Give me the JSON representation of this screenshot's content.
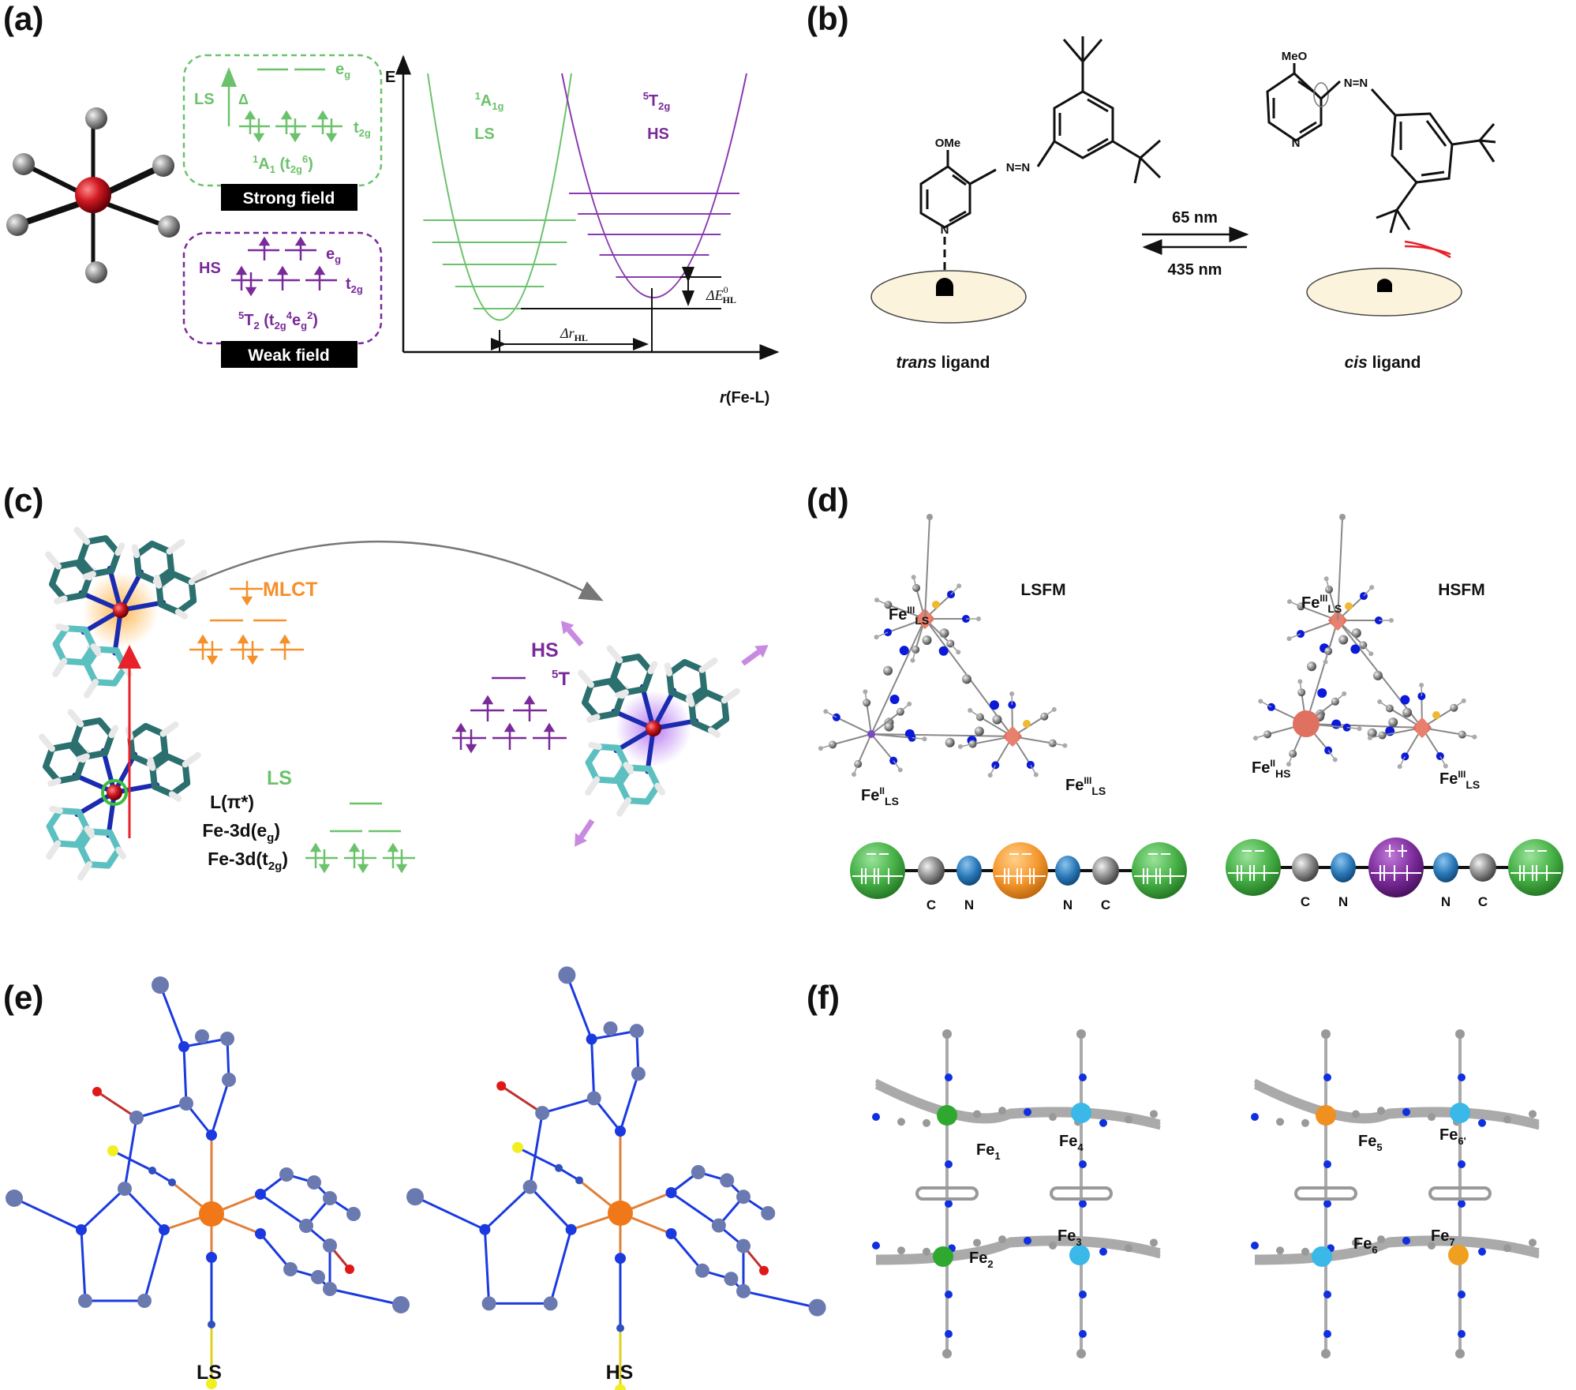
{
  "colors": {
    "ls_green": "#6cc26c",
    "hs_purple": "#7a2a9a",
    "mlct_orange": "#f5902a",
    "fe_red": "#c8161e",
    "atom_gray": "#8e8e8e",
    "atom_blue": "#1a1ad0",
    "substrate_fill": "#fbf3dc",
    "excitation_red": "#e8202a"
  },
  "panels": {
    "a": {
      "label": "(a)",
      "strong_field": {
        "spin": "LS",
        "delta": "Δ",
        "upper_orbital": "e",
        "upper_sub": "g",
        "lower_orbital": "t",
        "lower_sub": "2g",
        "term_pre": "1",
        "term": "A",
        "term_sub": "1",
        "config_open": " (t",
        "config_sub": "2g",
        "config_sup": "6",
        "config_close": ")",
        "caption": "Strong field"
      },
      "weak_field": {
        "spin": "HS",
        "upper_orbital": "e",
        "upper_sub": "g",
        "lower_orbital": "t",
        "lower_sub": "2g",
        "term_pre": "5",
        "term": "T",
        "term_sub": "2",
        "config_open": " (t",
        "config_sub": "2g",
        "config_sup": "4",
        "config_mid": "e",
        "config_sub2": "g",
        "config_sup2": "2",
        "config_close": ")",
        "caption": "Weak field"
      },
      "potential": {
        "y_axis": "E",
        "x_axis_italic": "r",
        "x_axis": "(Fe-L)",
        "ls_term_pre": "1",
        "ls_term": "A",
        "ls_term_sub": "1g",
        "ls_label": "LS",
        "hs_term_pre": "5",
        "hs_term": "T",
        "hs_term_sub": "2g",
        "hs_label": "HS",
        "delta_r": "Δr",
        "delta_r_sub": "HL",
        "delta_e": "ΔE",
        "delta_e_sup": "0",
        "delta_e_sub": "HL",
        "ls_vibrational_levels": 5,
        "hs_vibrational_levels": 5
      }
    },
    "b": {
      "label": "(b)",
      "trans_substituent": "OMe",
      "cis_substituent": "MeO",
      "azo": "N=N",
      "pyridine_n": "N",
      "forward_light": "65 nm",
      "backward_light": "435 nm",
      "trans_caption_italic": "trans",
      "trans_caption": " ligand",
      "cis_caption_italic": "cis",
      "cis_caption": " ligand"
    },
    "c": {
      "label": "(c)",
      "mlct": "MLCT",
      "hs": "HS",
      "hs_term_pre": "5",
      "hs_term": "T",
      "ls": "LS",
      "levels": [
        {
          "label": "L(π*)"
        },
        {
          "label": "Fe-3d(e",
          "sub": "g",
          "close": ")"
        },
        {
          "label": "Fe-3d(t",
          "sub": "2g",
          "close": ")"
        }
      ]
    },
    "d": {
      "label": "(d)",
      "left": {
        "title": "LSFM",
        "fe_top": {
          "el": "Fe",
          "ox": "III",
          "spin": "LS"
        },
        "fe_left": {
          "el": "Fe",
          "ox": "II",
          "spin": "LS"
        },
        "fe_right": {
          "el": "Fe",
          "ox": "III",
          "spin": "LS"
        },
        "chain": [
          "C",
          "N",
          "N",
          "C"
        ]
      },
      "right": {
        "title": "HSFM",
        "fe_top": {
          "el": "Fe",
          "ox": "III",
          "spin": "LS"
        },
        "fe_left": {
          "el": "Fe",
          "ox": "II",
          "spin": "HS"
        },
        "fe_right": {
          "el": "Fe",
          "ox": "III",
          "spin": "LS"
        },
        "chain": [
          "C",
          "N",
          "N",
          "C"
        ]
      }
    },
    "e": {
      "label": "(e)",
      "left_caption": "LS",
      "right_caption": "HS"
    },
    "f": {
      "label": "(f)",
      "left_sites": [
        {
          "el": "Fe",
          "sub": "1"
        },
        {
          "el": "Fe",
          "sub": "4"
        },
        {
          "el": "Fe",
          "sub": "2"
        },
        {
          "el": "Fe",
          "sub": "3"
        }
      ],
      "right_sites": [
        {
          "el": "Fe",
          "sub": "5"
        },
        {
          "el": "Fe",
          "sub": "6'"
        },
        {
          "el": "Fe",
          "sub": "6"
        },
        {
          "el": "Fe",
          "sub": "7"
        }
      ]
    }
  }
}
